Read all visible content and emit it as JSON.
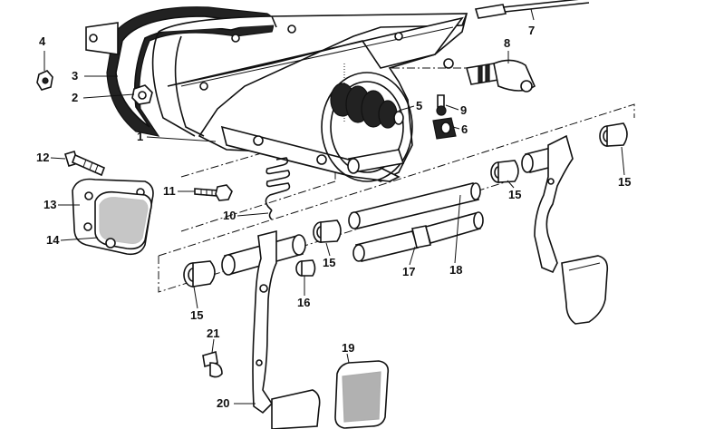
{
  "callouts": [
    {
      "id": "4",
      "label": "4"
    },
    {
      "id": "3",
      "label": "3"
    },
    {
      "id": "2",
      "label": "2"
    },
    {
      "id": "1",
      "label": "1"
    },
    {
      "id": "7",
      "label": "7"
    },
    {
      "id": "8",
      "label": "8"
    },
    {
      "id": "5",
      "label": "5"
    },
    {
      "id": "9",
      "label": "9"
    },
    {
      "id": "6",
      "label": "6"
    },
    {
      "id": "12",
      "label": "12"
    },
    {
      "id": "11",
      "label": "11"
    },
    {
      "id": "13",
      "label": "13"
    },
    {
      "id": "14",
      "label": "14"
    },
    {
      "id": "10",
      "label": "10"
    },
    {
      "id": "15a",
      "label": "15"
    },
    {
      "id": "15b",
      "label": "15"
    },
    {
      "id": "15c",
      "label": "15"
    },
    {
      "id": "15d",
      "label": "15"
    },
    {
      "id": "16",
      "label": "16"
    },
    {
      "id": "17",
      "label": "17"
    },
    {
      "id": "18",
      "label": "18"
    },
    {
      "id": "19",
      "label": "19"
    },
    {
      "id": "20",
      "label": "20"
    },
    {
      "id": "21",
      "label": "21"
    }
  ]
}
